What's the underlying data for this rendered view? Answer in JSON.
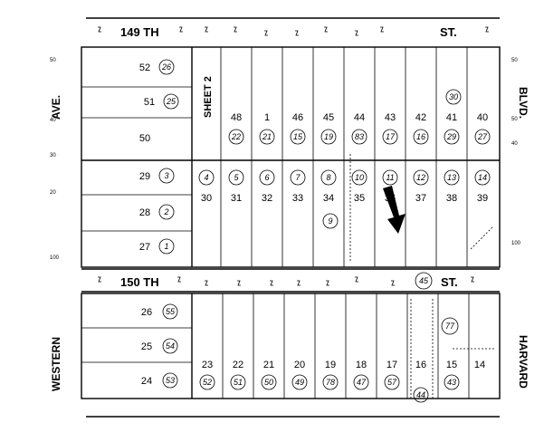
{
  "streets": {
    "top": "149 TH",
    "top_st": "ST.",
    "middle": "150 TH",
    "middle_st": "ST.",
    "left": "WESTERN",
    "left_ave": "AVE.",
    "right_top": "BLVD.",
    "right_bottom": "HARVARD"
  },
  "sheet_label": "SHEET 2",
  "margin_numbers": {
    "left": [
      "50",
      "40",
      "30",
      "20",
      "100"
    ],
    "right": [
      "50",
      "50",
      "40",
      "100"
    ]
  },
  "block_a": {
    "left_lots": [
      {
        "lot": "52",
        "circle": "26"
      },
      {
        "lot": "51",
        "circle": "25"
      },
      {
        "lot": "50",
        "circle": ""
      },
      {
        "lot": "29",
        "circle": "3"
      },
      {
        "lot": "28",
        "circle": "2"
      },
      {
        "lot": "27",
        "circle": "1"
      }
    ],
    "top_lots": [
      {
        "lot": "48",
        "circle": "22"
      },
      {
        "lot": "1",
        "circle": "21"
      },
      {
        "lot": "46",
        "circle": "15"
      },
      {
        "lot": "45",
        "circle": "19"
      },
      {
        "lot": "44",
        "circle": "83"
      },
      {
        "lot": "43",
        "circle": "17"
      },
      {
        "lot": "42",
        "circle": "16"
      },
      {
        "lot": "41",
        "circle": "29"
      },
      {
        "lot": "40",
        "circle": "27"
      }
    ],
    "extra_circle_40": "30",
    "bottom_lots": [
      {
        "lot": "30",
        "circle": "4"
      },
      {
        "lot": "31",
        "circle": "5"
      },
      {
        "lot": "32",
        "circle": "6"
      },
      {
        "lot": "33",
        "circle": "7"
      },
      {
        "lot": "34",
        "circle": "8"
      },
      {
        "lot": "35",
        "circle": "10"
      },
      {
        "lot": "36",
        "circle": "11"
      },
      {
        "lot": "37",
        "circle": "12"
      },
      {
        "lot": "38",
        "circle": "13"
      },
      {
        "lot": "39",
        "circle": "14"
      }
    ],
    "circle_9": "9"
  },
  "block_b": {
    "left_lots": [
      {
        "lot": "26",
        "circle": "55"
      },
      {
        "lot": "25",
        "circle": "54"
      },
      {
        "lot": "24",
        "circle": "53"
      }
    ],
    "lots": [
      {
        "lot": "23",
        "circle": "52"
      },
      {
        "lot": "22",
        "circle": "51"
      },
      {
        "lot": "21",
        "circle": "50"
      },
      {
        "lot": "20",
        "circle": "49"
      },
      {
        "lot": "19",
        "circle": "78"
      },
      {
        "lot": "18",
        "circle": "47"
      },
      {
        "lot": "17",
        "circle": "57"
      },
      {
        "lot": "16",
        "circle": "44"
      },
      {
        "lot": "15",
        "circle": "43"
      },
      {
        "lot": "14",
        "circle": ""
      }
    ],
    "circle_45": "45",
    "circle_77": "77"
  }
}
